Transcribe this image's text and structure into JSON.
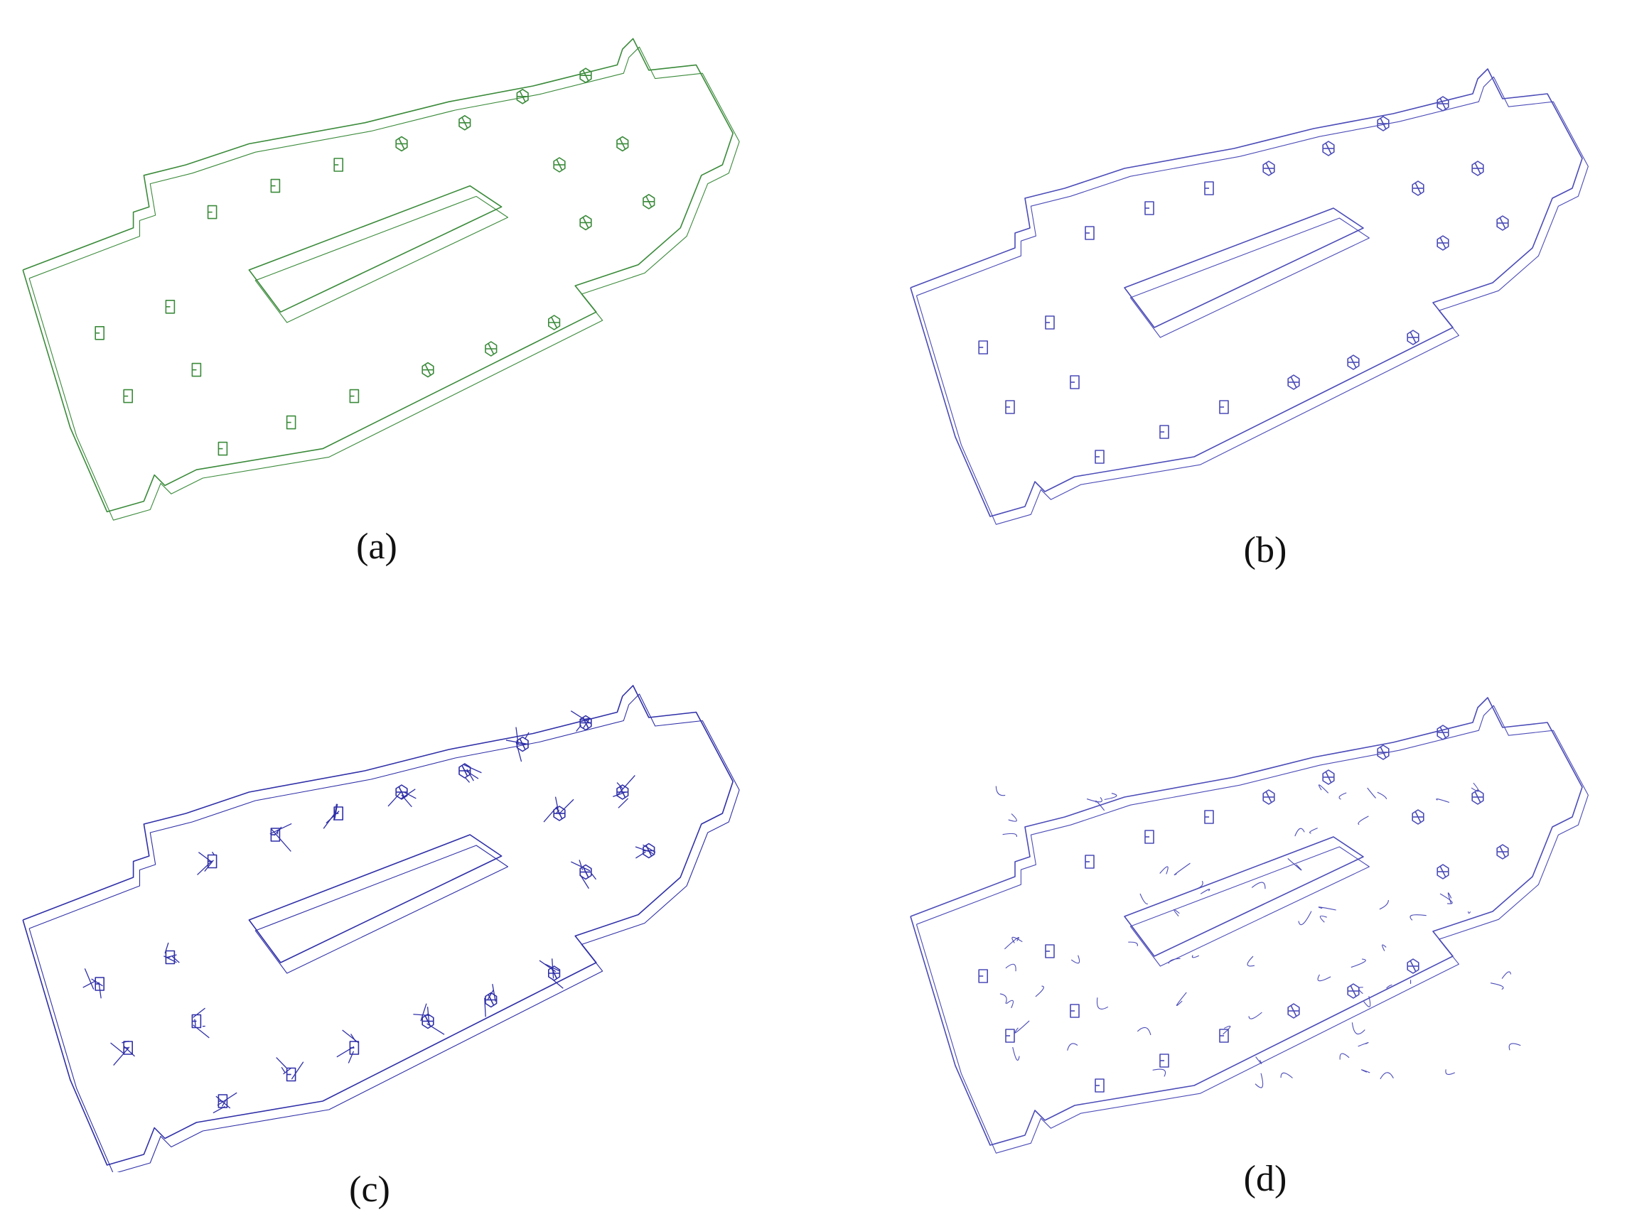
{
  "panels": [
    {
      "id": "a",
      "label": "(a)",
      "color": "#3a8a3a",
      "variant": "clean"
    },
    {
      "id": "b",
      "label": "(b)",
      "color": "#4b4bb8",
      "variant": "clean"
    },
    {
      "id": "c",
      "label": "(c)",
      "color": "#2f2fa8",
      "variant": "noisy"
    },
    {
      "id": "d",
      "label": "(d)",
      "color": "#4b4bb8",
      "variant": "curves"
    }
  ]
}
